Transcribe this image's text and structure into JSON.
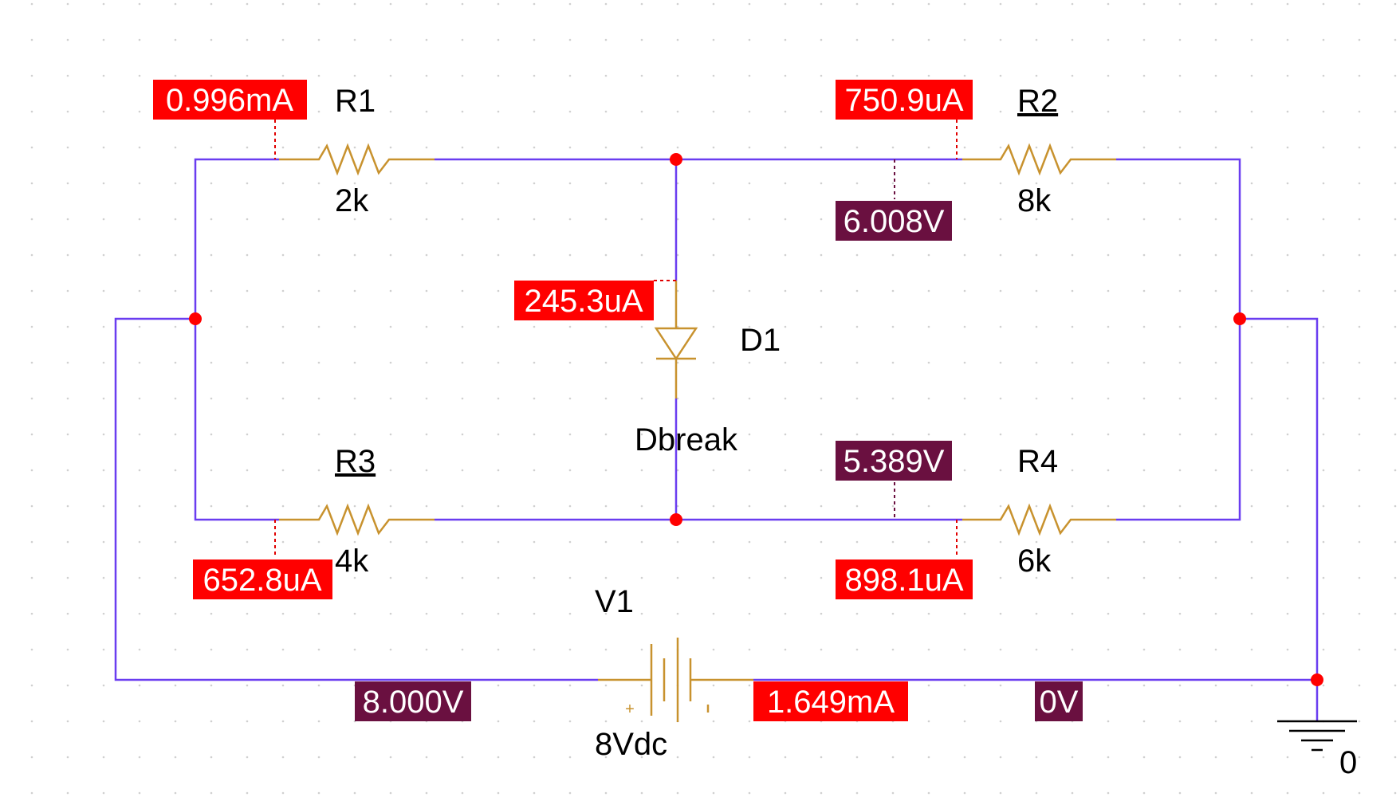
{
  "components": {
    "r1": {
      "ref": "R1",
      "value": "2k"
    },
    "r2": {
      "ref": "R2",
      "value": "8k"
    },
    "r3": {
      "ref": "R3",
      "value": "4k"
    },
    "r4": {
      "ref": "R4",
      "value": "6k"
    },
    "d1": {
      "ref": "D1",
      "model": "Dbreak"
    },
    "v1": {
      "ref": "V1",
      "value": "8Vdc",
      "plus": "+"
    },
    "ground": {
      "label": "0"
    }
  },
  "currents": {
    "r1": "0.996mA",
    "r2": "750.9uA",
    "d1": "245.3uA",
    "r3": "652.8uA",
    "r4": "898.1uA",
    "v1": "1.649mA"
  },
  "voltages": {
    "top_node": "6.008V",
    "bottom_node": "5.389V",
    "source_pos": "8.000V",
    "source_neg": "0V"
  },
  "colors": {
    "wire": "#6a3df0",
    "part": "#c8922e",
    "current_tag": "#ff0000",
    "voltage_tag": "#6a1040",
    "junction": "#ff0000",
    "grid_dot": "#d0d0d0"
  }
}
